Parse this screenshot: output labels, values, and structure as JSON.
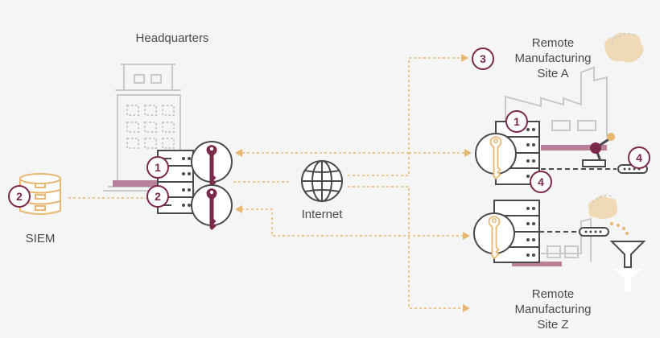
{
  "labels": {
    "headquarters": "Headquarters",
    "siem": "SIEM",
    "internet": "Internet",
    "site_a": [
      "Remote",
      "Manufacturing",
      "Site A"
    ],
    "site_z": [
      "Remote",
      "Manufacturing",
      "Site Z"
    ]
  },
  "badges": {
    "hq_server_1": "1",
    "hq_server_2": "2",
    "siem": "2",
    "site_a": "3",
    "site_a_server": "1",
    "site_a_server_4": "4",
    "site_a_conveyor_4": "4"
  },
  "colors": {
    "line": "#4a4a4a",
    "accent": "#7a2a4a",
    "pink": "#b8809a",
    "dashed_link": "#e8b872",
    "smoke": "#f0d9b5",
    "building": "#c9c9c9",
    "background": "#f5f5f5"
  }
}
